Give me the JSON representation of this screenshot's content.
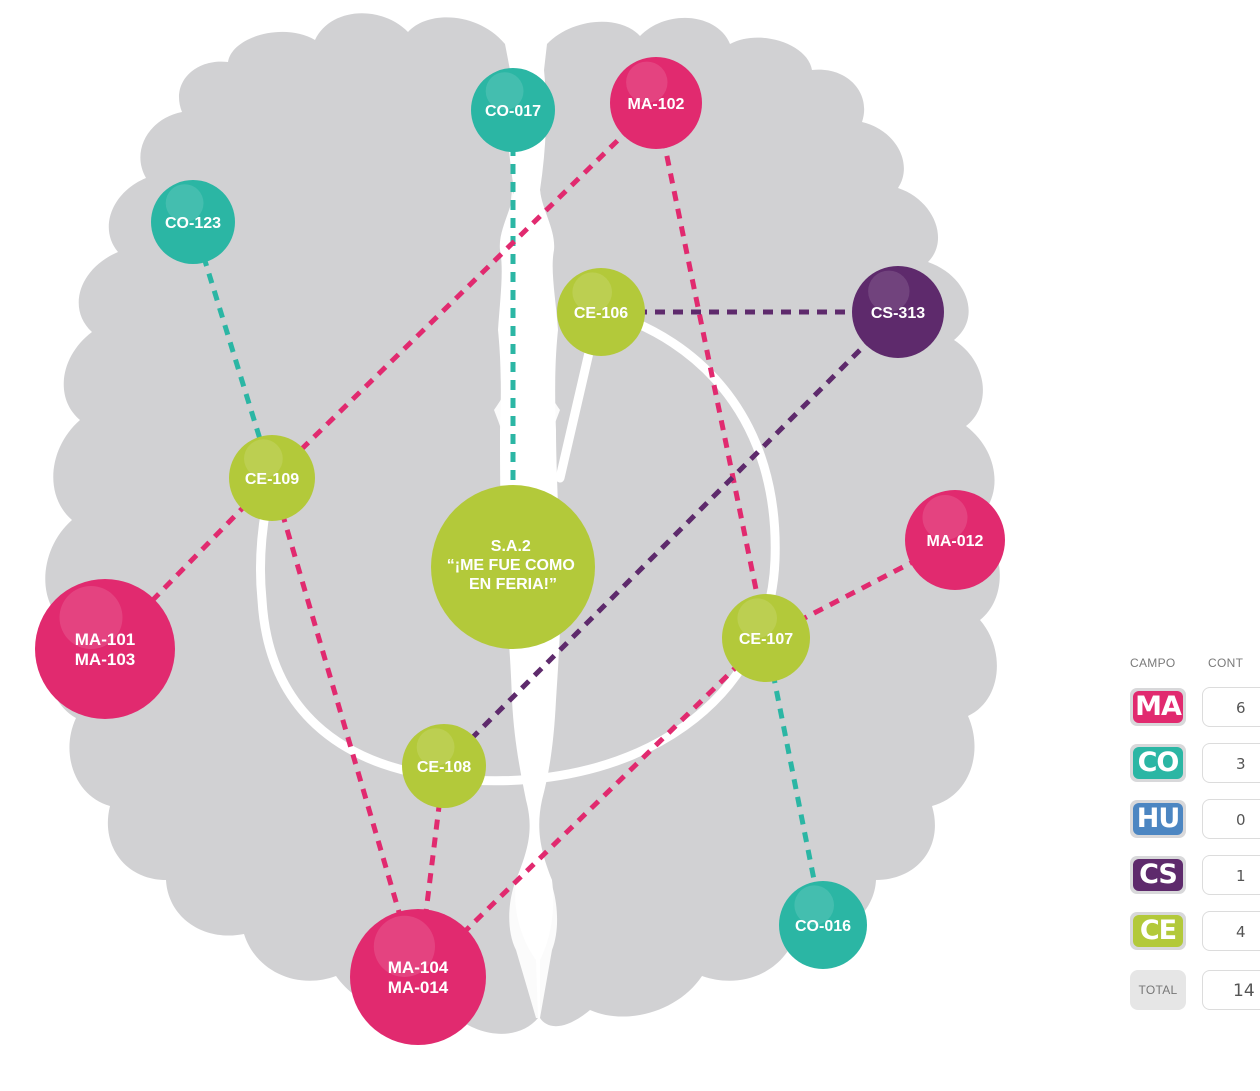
{
  "colors": {
    "MA": "#e12a6f",
    "CO": "#2bb6a4",
    "HU": "#4c86c2",
    "CS": "#5e2a6c",
    "CE": "#b3c93a",
    "brain": "#d1d1d3"
  },
  "center": {
    "lines": [
      "S.A.2",
      "“¡ME FUE COMO",
      "EN FERIA!”"
    ]
  },
  "nodes": [
    {
      "id": "CO-017",
      "field": "CO",
      "lines": [
        "CO-017"
      ]
    },
    {
      "id": "MA-102",
      "field": "MA",
      "lines": [
        "MA-102"
      ]
    },
    {
      "id": "CO-123",
      "field": "CO",
      "lines": [
        "CO-123"
      ]
    },
    {
      "id": "CE-106",
      "field": "CE",
      "lines": [
        "CE-106"
      ]
    },
    {
      "id": "CS-313",
      "field": "CS",
      "lines": [
        "CS-313"
      ]
    },
    {
      "id": "CE-109",
      "field": "CE",
      "lines": [
        "CE-109"
      ]
    },
    {
      "id": "MA-012",
      "field": "MA",
      "lines": [
        "MA-012"
      ]
    },
    {
      "id": "MA-101",
      "field": "MA",
      "lines": [
        "MA-101",
        "MA-103"
      ]
    },
    {
      "id": "CE-107",
      "field": "CE",
      "lines": [
        "CE-107"
      ]
    },
    {
      "id": "CE-108",
      "field": "CE",
      "lines": [
        "CE-108"
      ]
    },
    {
      "id": "CO-016",
      "field": "CO",
      "lines": [
        "CO-016"
      ]
    },
    {
      "id": "MA-104",
      "field": "MA",
      "lines": [
        "MA-104",
        "MA-014"
      ]
    }
  ],
  "links": [
    {
      "from": "CO-017",
      "to": "CENTER",
      "field": "CO"
    },
    {
      "from": "MA-102",
      "to": "CE-109",
      "field": "MA"
    },
    {
      "from": "MA-102",
      "to": "CE-107",
      "field": "MA"
    },
    {
      "from": "CO-123",
      "to": "CE-109",
      "field": "CO"
    },
    {
      "from": "CE-106",
      "to": "CS-313",
      "field": "CS"
    },
    {
      "from": "CS-313",
      "to": "CE-108",
      "field": "CS"
    },
    {
      "from": "CE-109",
      "to": "MA-101",
      "field": "MA"
    },
    {
      "from": "CE-109",
      "to": "MA-104",
      "field": "MA"
    },
    {
      "from": "CE-108",
      "to": "MA-104",
      "field": "MA"
    },
    {
      "from": "CE-107",
      "to": "MA-104",
      "field": "MA"
    },
    {
      "from": "CE-107",
      "to": "MA-012",
      "field": "MA"
    },
    {
      "from": "CE-107",
      "to": "CO-016",
      "field": "CO"
    }
  ],
  "legend": {
    "header_field": "CAMPO",
    "header_count": "CONT",
    "rows": [
      {
        "code": "MA",
        "count": "6"
      },
      {
        "code": "CO",
        "count": "3"
      },
      {
        "code": "HU",
        "count": "0"
      },
      {
        "code": "CS",
        "count": "1"
      },
      {
        "code": "CE",
        "count": "4"
      }
    ],
    "total_label": "TOTAL",
    "total_count": "14"
  }
}
